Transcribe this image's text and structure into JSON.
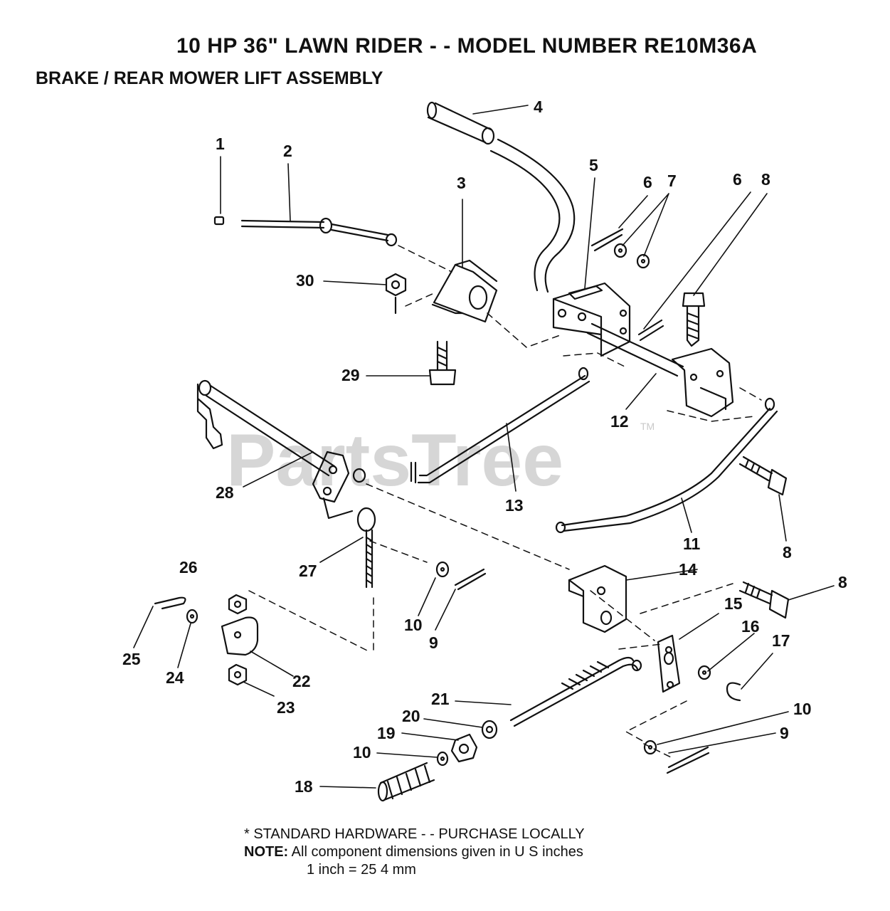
{
  "header": {
    "title": "10 HP 36\" LAWN RIDER - - MODEL NUMBER RE10M36A",
    "subtitle": "BRAKE / REAR MOWER LIFT ASSEMBLY"
  },
  "watermark": {
    "text": "PartsTree",
    "tm": "TM"
  },
  "callouts": [
    "1",
    "2",
    "3",
    "4",
    "5",
    "6",
    "7",
    "6",
    "8",
    "30",
    "29",
    "28",
    "12",
    "13",
    "11",
    "8",
    "27",
    "26",
    "10",
    "9",
    "14",
    "8",
    "15",
    "16",
    "17",
    "25",
    "24",
    "22",
    "23",
    "21",
    "10",
    "20",
    "19",
    "9",
    "10",
    "18"
  ],
  "footer": {
    "standard_hardware": "* STANDARD HARDWARE - - PURCHASE LOCALLY",
    "note_label": "NOTE:",
    "note_text": "All component dimensions given in U S  inches",
    "conversion": "1 inch = 25 4 mm"
  }
}
